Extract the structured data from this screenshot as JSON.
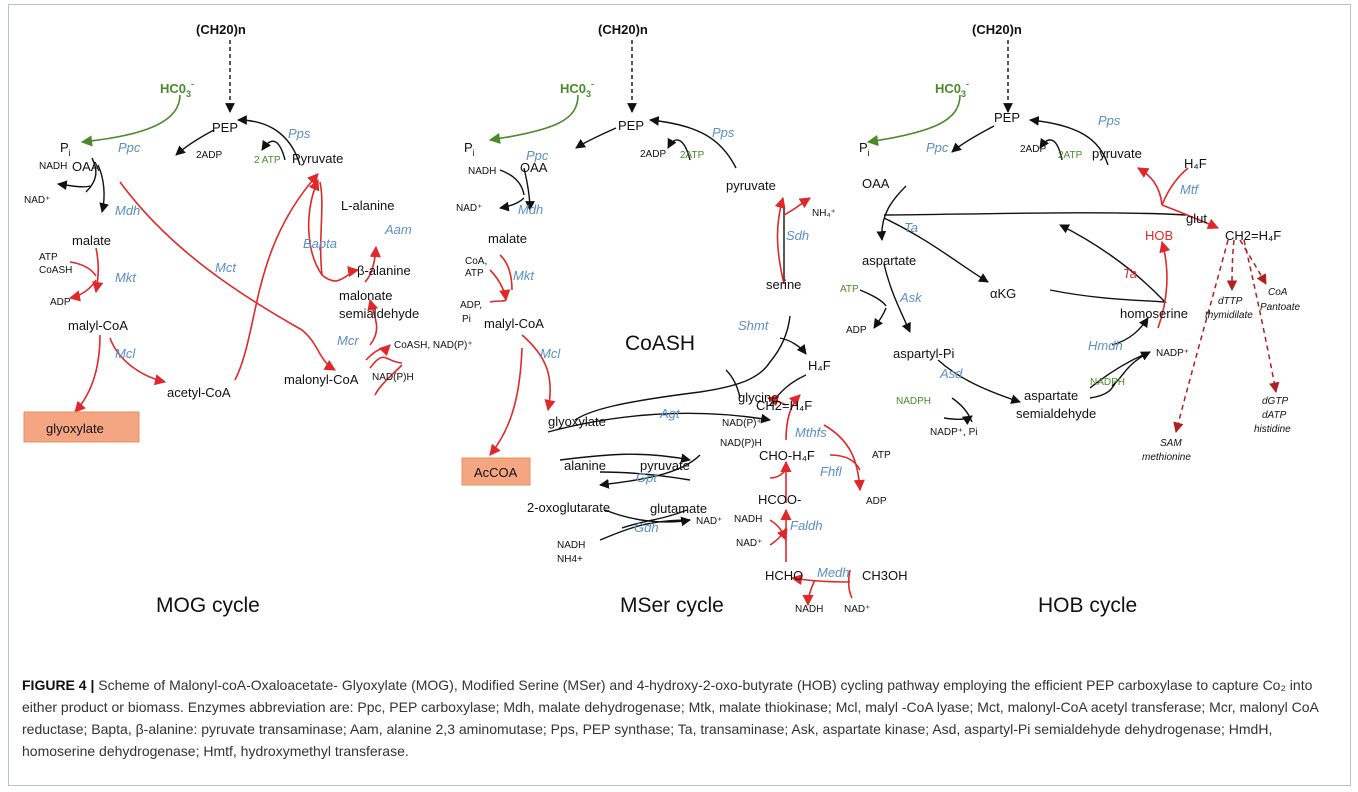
{
  "caption": {
    "figure_label": "FIGURE 4 |",
    "text": " Scheme of Malonyl-coA-Oxaloacetate- Glyoxylate (MOG), Modified Serine (MSer) and 4-hydroxy-2-oxo-butyrate (HOB) cycling pathway employing the efficient PEP carboxylase to capture Co₂ into either product or biomass. Enzymes abbreviation are: Ppc, PEP carboxylase; Mdh, malate dehydrogenase; Mtk, malate thiokinase; Mcl, malyl -CoA lyase; Mct, malonyl-CoA acetyl transferase; Mcr, malonyl CoA reductase; Bapta, β-alanine: pyruvate transaminase; Aam, alanine 2,3 aminomutase; Pps, PEP synthase; Ta, transaminase; Ask, aspartate kinase; Asd, aspartyl-Pi semialdehyde dehydrogenase; HmdH, homoserine dehydrogenase; Hmtf, hydroxymethyl transferase."
  },
  "cycles": {
    "mog": {
      "title": "MOG cycle",
      "ch2o": "(CH20)n",
      "hco3": "HC0",
      "hco3_sup": "3",
      "hco3_charge": "-",
      "pep": "PEP",
      "pi": "P",
      "pi_sub": "i",
      "ppc": "Ppc",
      "oaa": "OAA",
      "nadh": "NADH",
      "nad": "NAD⁺",
      "mdh": "Mdh",
      "malate": "malate",
      "atp": "ATP",
      "coash": "CoASH",
      "mkt": "Mkt",
      "adp": "ADP",
      "malyl_coa": "malyl-CoA",
      "mcl": "Mcl",
      "glyoxylate": "glyoxylate",
      "acetyl_coa": "acetyl-CoA",
      "mct": "Mct",
      "pps": "Pps",
      "adp2": "2ADP",
      "atp2": "2 ATP",
      "pyruvate": "Pyruvate",
      "l_alanine": "L-alanine",
      "aam": "Aam",
      "bapta": "Bapta",
      "b_alanine": "β-alanine",
      "malonate": "malonate",
      "semialdehyde": "semialdehyde",
      "mcr": "Mcr",
      "malonyl_coa": "malonyl-CoA",
      "coash_nadp": "CoASH, NAD(P)⁺",
      "nadph": "NAD(P)H"
    },
    "mser": {
      "title": "MSer cycle",
      "ch2o": "(CH20)n",
      "hco3": "HC0",
      "hco3_sup": "3",
      "hco3_charge": "-",
      "pep": "PEP",
      "pi": "P",
      "pi_sub": "i",
      "ppc": "Ppc",
      "oaa": "OAA",
      "adp2": "2ADP",
      "atp2": "2ATP",
      "pps": "Pps",
      "nadh": "NADH",
      "nad": "NAD⁺",
      "mdh": "Mdh",
      "malate": "malate",
      "coa": "CoA,",
      "atp": "ATP",
      "mkt": "Mkt",
      "adp": "ADP,",
      "pi2": "Pi",
      "malyl_coa": "malyl-CoA",
      "mcl": "Mcl",
      "accoa": "AcCOA",
      "glyoxylate": "glyoxylate",
      "agt": "Agt",
      "glycine": "glycine",
      "pyruvate": "pyruvate",
      "nh4": "NH₄⁺",
      "sdh": "Sdh",
      "serine": "serine",
      "coash": "CoASH",
      "shmt": "Shmt",
      "h4f": "H₄F",
      "ch2h4f": "CH2=H₄F",
      "nadp": "NAD(P)⁺",
      "mthfs": "Mthfs",
      "nadph": "NAD(P)H",
      "choh4f": "CHO-H₄F",
      "fhfl": "Fhfl",
      "atp3": "ATP",
      "adp3": "ADP",
      "alanine": "alanine",
      "gpt": "Gpt",
      "pyruvate2": "pyruvate",
      "oxoglut": "2-oxoglutarate",
      "glutamate": "glutamate",
      "gdh": "Gdh",
      "nadh2": "NADH",
      "nh4plus": "NH4+",
      "nad2": "NAD⁺",
      "hcoo": "HCOO-",
      "nadh3": "NADH",
      "faldh": "Faldh",
      "nad3": "NAD⁺",
      "hcho": "HCHO",
      "medh": "Medh",
      "ch3oh": "CH3OH",
      "nadh4": "NADH",
      "nad4": "NAD⁺"
    },
    "hob": {
      "title": "HOB cycle",
      "ch2o": "(CH20)n",
      "hco3": "HC0",
      "hco3_sup": "3",
      "hco3_charge": "-",
      "pep": "PEP",
      "pi": "P",
      "pi_sub": "i",
      "ppc": "Ppc",
      "oaa": "OAA",
      "adp2": "2ADP",
      "atp2": "2ATP",
      "pps": "Pps",
      "pyruvate": "pyruvate",
      "h4f": "H₄F",
      "mtf": "Mtf",
      "ch2h4f": "CH2=H₄F",
      "ta": "Ta",
      "glut": "glut",
      "hob": "HOB",
      "aspartate": "aspartate",
      "akg": "αKG",
      "ta2": "Ta",
      "atp": "ATP",
      "ask": "Ask",
      "adp": "ADP",
      "homoserine": "homoserine",
      "aspartyl_pi": "aspartyl-Pi",
      "hmdh": "Hmdh",
      "nadp": "NADP⁺",
      "asd": "Asd",
      "nadph": "NADPH",
      "nadph2": "NADPH",
      "asp_semi1": "aspartate",
      "asp_semi2": "semialdehyde",
      "nadp_pi": "NADP⁺, Pi",
      "coa": "CoA",
      "pantoate": "Pantoate",
      "dttp": "dTTP",
      "thymidilate": "thymidilate",
      "dgtp": "dGTP",
      "datp": "dATP",
      "histidine": "histidine",
      "sam": "SAM",
      "methionine": "methionine"
    }
  },
  "colors": {
    "black_arrow": "#111111",
    "red_arrow": "#e0282a",
    "green_arrow": "#4b8a2b",
    "enzyme_blue": "#5a8fc7",
    "box_fill": "#f4a582"
  }
}
